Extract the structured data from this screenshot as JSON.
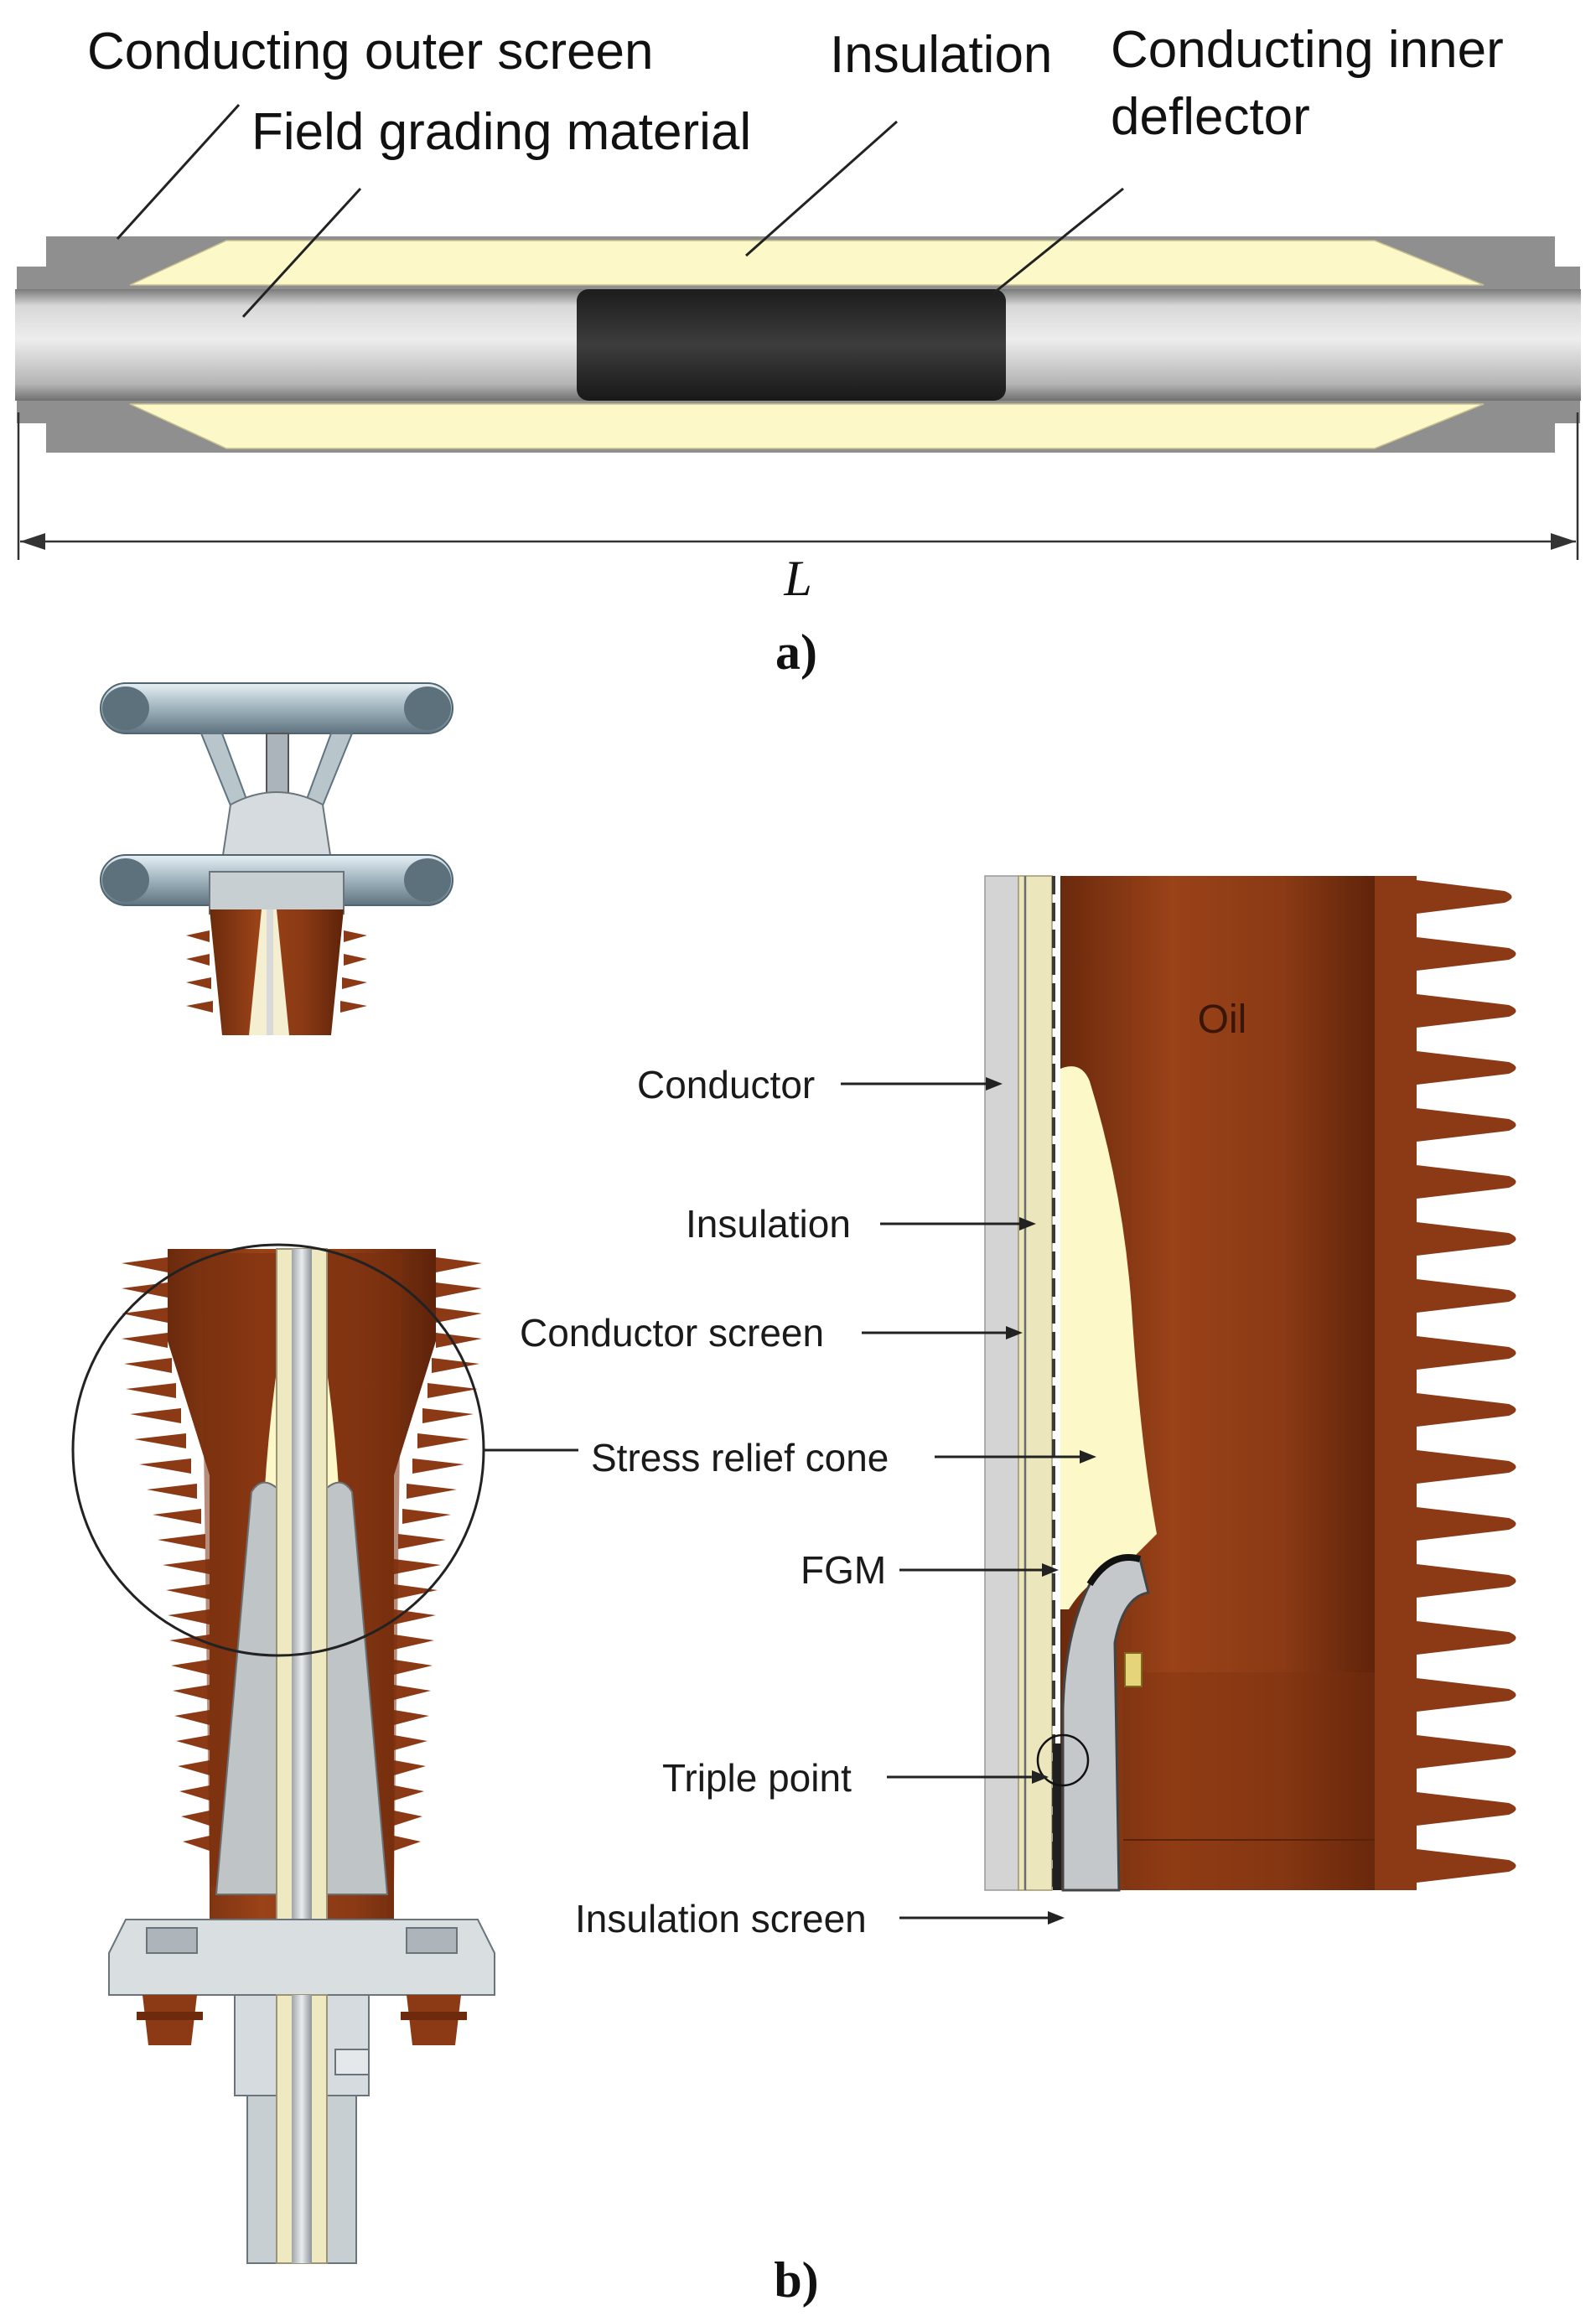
{
  "panel_a": {
    "labels": {
      "outer_screen": "Conducting outer screen",
      "fgm": "Field grading material",
      "insulation": "Insulation",
      "inner_deflector_1": "Conducting inner",
      "inner_deflector_2": "deflector"
    },
    "dimension": "L",
    "caption": "a)"
  },
  "panel_b": {
    "labels": {
      "oil": "Oil",
      "conductor": "Conductor",
      "insulation": "Insulation",
      "conductor_screen": "Conductor screen",
      "stress_relief_cone": "Stress relief cone",
      "fgm": "FGM",
      "triple_point": "Triple point",
      "insulation_screen": "Insulation screen"
    },
    "caption": "b)"
  },
  "colors": {
    "outer_screen": "#8f8f8f",
    "insulation": "#fdf8c8",
    "conductor": "#c9c9c9",
    "deflector": "#2b2b2b",
    "porcelain": "#8b3a15",
    "porcelain_dark": "#6e2a0c",
    "metal": "#cfd8de"
  }
}
